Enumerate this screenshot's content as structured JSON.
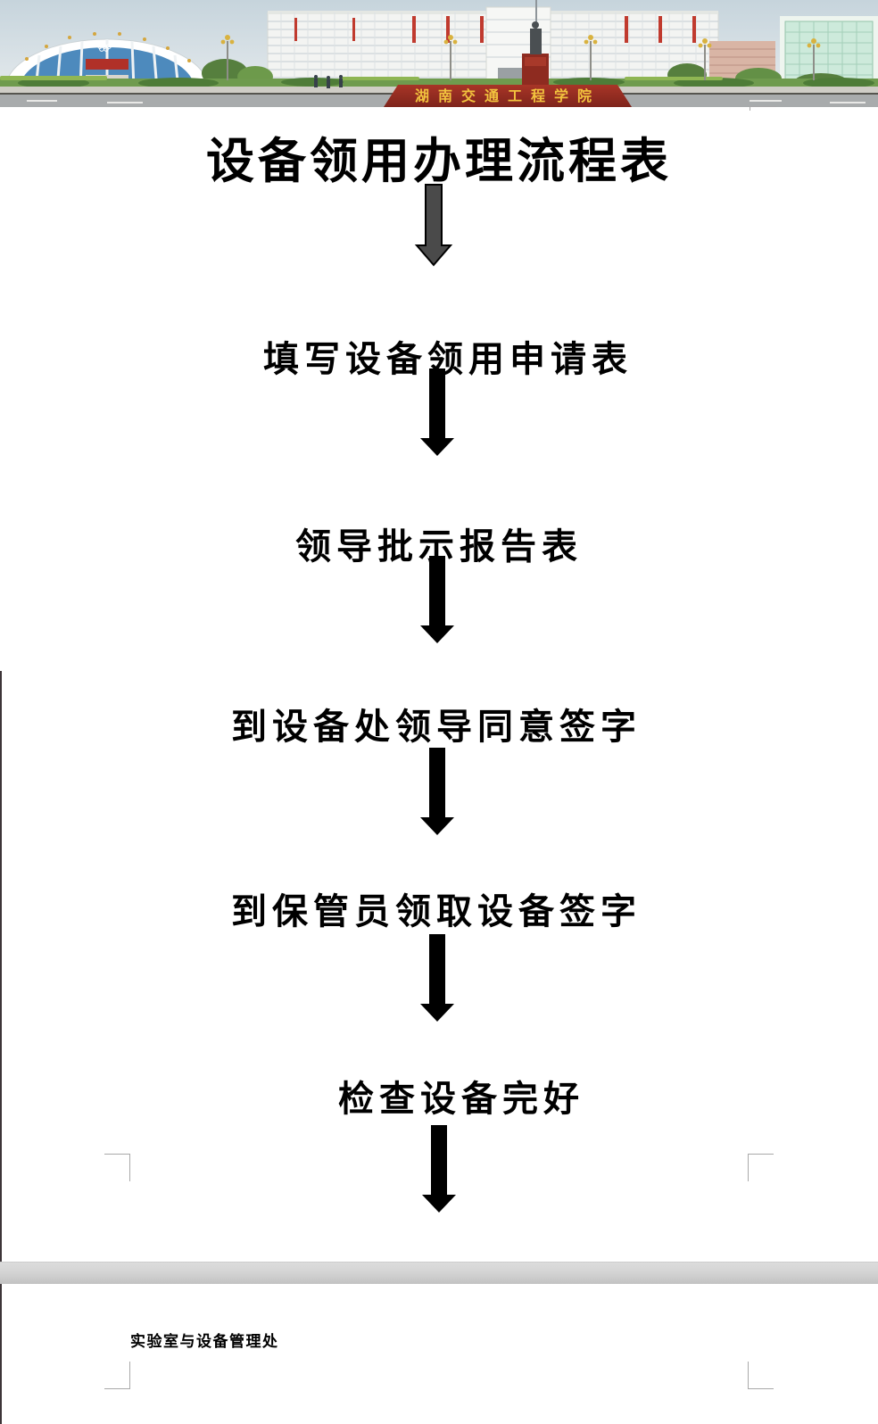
{
  "document": {
    "title": "设备领用办理流程表",
    "footer": "实验室与设备管理处"
  },
  "banner": {
    "description": "campus-panorama-photo",
    "gate_sign_text": "湖南交通工程学院"
  },
  "flow": {
    "steps": [
      {
        "label": "填写设备领用申请表"
      },
      {
        "label": "领导批示报告表"
      },
      {
        "label": "到设备处领导同意签字"
      },
      {
        "label": "到保管员领取设备签字"
      },
      {
        "label": "检查设备完好"
      }
    ]
  },
  "colors": {
    "step_text": "#000000",
    "arrow_black": "#000000",
    "arrow_gray_fill": "#4a4a4a",
    "arrow_gray_stroke": "#000000",
    "separator_gray": "#d0d0d0",
    "page_border_dark": "#3d3538",
    "boundary_mark_gray": "#a9a9a9",
    "gate_sign_red": "#9c2f22",
    "gate_sign_gold": "#f2c33e",
    "sky_blue": "#c6d4dc",
    "building_white": "#f3f4f2",
    "gym_glass_blue": "#4d8abd"
  }
}
